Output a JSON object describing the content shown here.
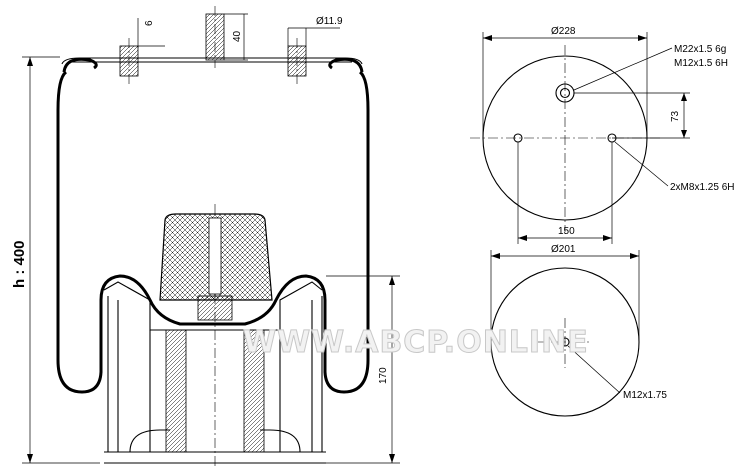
{
  "dimensions": {
    "height_total": "h : 400",
    "top_pin_offset": "6",
    "stud_height": "40",
    "hole_diameter": "Ø11.9",
    "bottom_height": "170",
    "top_plate_diameter": "Ø228",
    "central_thread": "M22x1.5 6g",
    "central_inner_thread": "M12x1.5 6H",
    "offset_73": "73",
    "side_threads": "2xM8x1.25 6H",
    "stud_spacing": "150",
    "piston_diameter": "Ø201",
    "piston_thread": "M12x1.75"
  },
  "watermark": "WWW.ABCP.ONLINE"
}
